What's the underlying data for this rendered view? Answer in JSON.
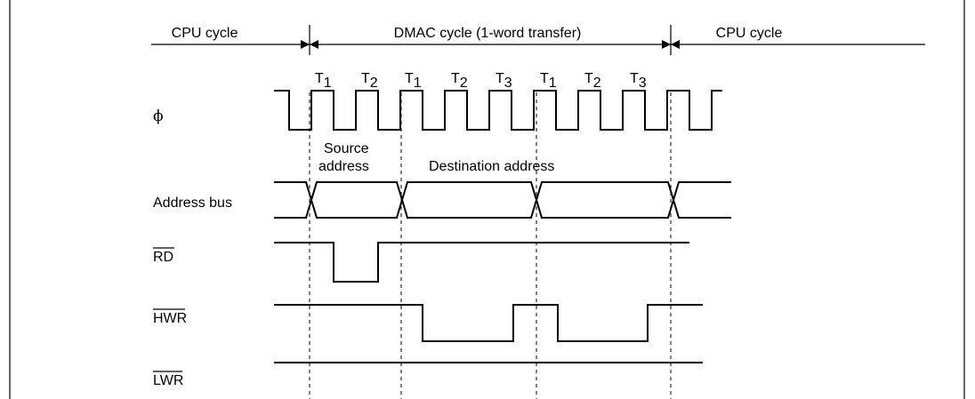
{
  "header": {
    "cpu_cycle_left": "CPU cycle",
    "dmac_cycle": "DMAC cycle (1-word transfer)",
    "cpu_cycle_right": "CPU cycle"
  },
  "clock_states": [
    {
      "main": "T",
      "sub": "1"
    },
    {
      "main": "T",
      "sub": "2"
    },
    {
      "main": "T",
      "sub": "1"
    },
    {
      "main": "T",
      "sub": "2"
    },
    {
      "main": "T",
      "sub": "3"
    },
    {
      "main": "T",
      "sub": "1"
    },
    {
      "main": "T",
      "sub": "2"
    },
    {
      "main": "T",
      "sub": "3"
    }
  ],
  "annotations": {
    "source_line1": "Source",
    "source_line2": "address",
    "destination": "Destination address"
  },
  "signals": {
    "phi": "ϕ",
    "address_bus": "Address bus",
    "rd": "RD",
    "hwr": "HWR",
    "lwr": "LWR"
  }
}
